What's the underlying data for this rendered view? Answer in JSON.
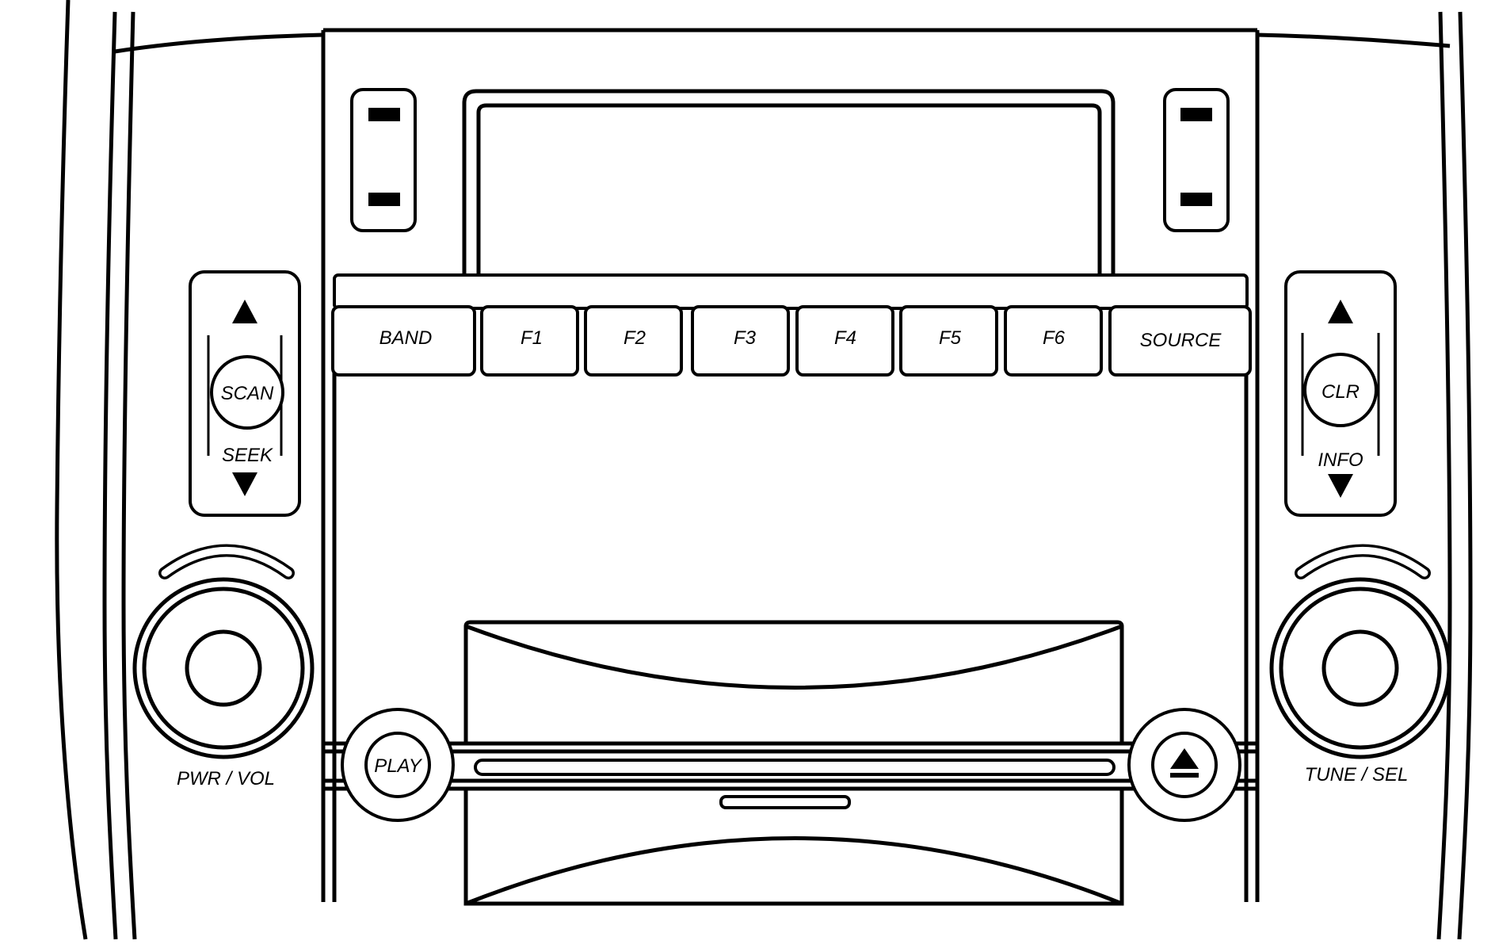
{
  "preset_buttons": {
    "band": "BAND",
    "f1": "F1",
    "f2": "F2",
    "f3": "F3",
    "f4": "F4",
    "f5": "F5",
    "f6": "F6",
    "source": "SOURCE"
  },
  "left_rocker": {
    "center_label": "SCAN",
    "bottom_label": "SEEK",
    "up_icon": "triangle-up-icon",
    "down_icon": "triangle-down-icon"
  },
  "right_rocker": {
    "center_label": "CLR",
    "bottom_label": "INFO",
    "up_icon": "triangle-up-icon",
    "down_icon": "triangle-down-icon"
  },
  "knobs": {
    "left_label": "PWR / VOL",
    "right_label": "TUNE / SEL"
  },
  "disc_controls": {
    "play_label": "PLAY",
    "eject_icon": "eject-icon"
  },
  "colors": {
    "line": "#000000",
    "background": "#ffffff"
  }
}
